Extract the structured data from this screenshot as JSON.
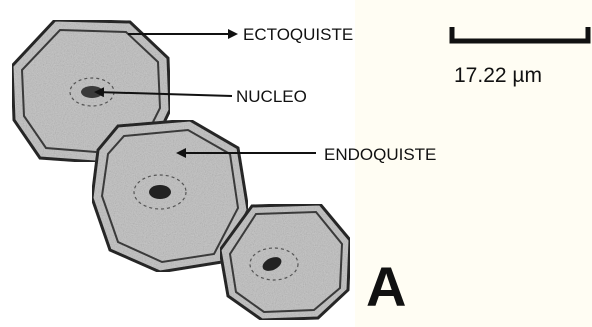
{
  "labels": {
    "ectoquiste": "ECTOQUISTE",
    "nucleo": "NUCLEO",
    "endoquiste": "ENDOQUISTE"
  },
  "scale_bar": {
    "text": "17.22 µm"
  },
  "panel_letter": "A",
  "colors": {
    "background": "#fffdf3",
    "panel": "#ffffff",
    "cyst_fill": "#c9c9c9",
    "outline": "#2a2a2a",
    "text": "#111111"
  }
}
